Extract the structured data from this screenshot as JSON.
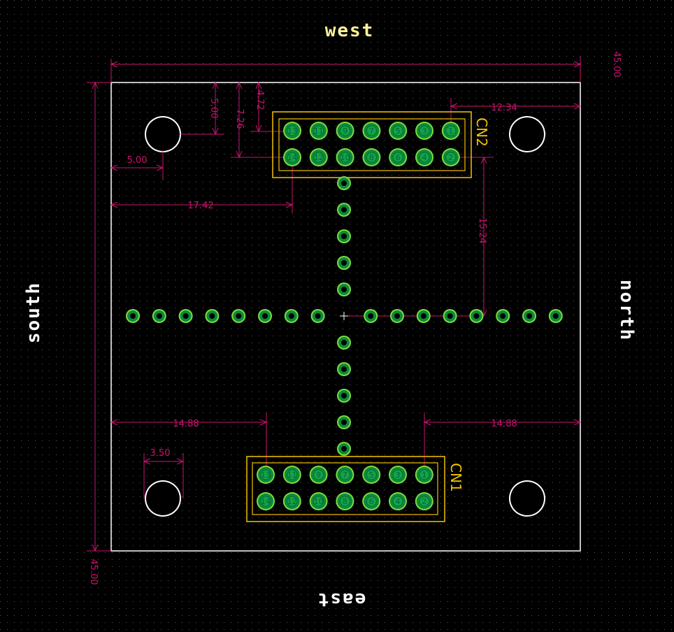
{
  "board": {
    "edge_labels": {
      "top": "west",
      "bottom": "east",
      "left": "south",
      "right": "north"
    }
  },
  "connectors": {
    "cn1": {
      "refdes": "CN1",
      "top_row": [
        "13",
        "11",
        "9",
        "7",
        "5",
        "3",
        "1"
      ],
      "bottom_row": [
        "14",
        "12",
        "10",
        "8",
        "6",
        "4",
        "2"
      ]
    },
    "cn2": {
      "refdes": "CN2",
      "top_row": [
        "13",
        "11",
        "9",
        "7",
        "5",
        "3",
        "1"
      ],
      "bottom_row": [
        "14",
        "12",
        "10",
        "8",
        "6",
        "4",
        "2"
      ]
    }
  },
  "dimensions": {
    "board_width": "45.00",
    "board_height": "45.00",
    "cn2_right_offset": "12.34",
    "cn2_top_offset_a": "4.72",
    "cn2_top_offset_b": "7.26",
    "hole_top_offset": "5.00",
    "hole_left_offset": "5.00",
    "cn2_left_offset": "17.42",
    "vertical_pitch": "15.24",
    "cn1_left_offset": "14.88",
    "cn1_right_offset": "14.88",
    "hole_diameter": "3.50"
  },
  "colors": {
    "background": "#000000",
    "grid": "#555555",
    "outline": "#ffffff",
    "dimension": "#c8146e",
    "courtyard": "#f2c200",
    "pad_ring": "#7ddc3c",
    "pad_fill": "#0a8a3c"
  }
}
